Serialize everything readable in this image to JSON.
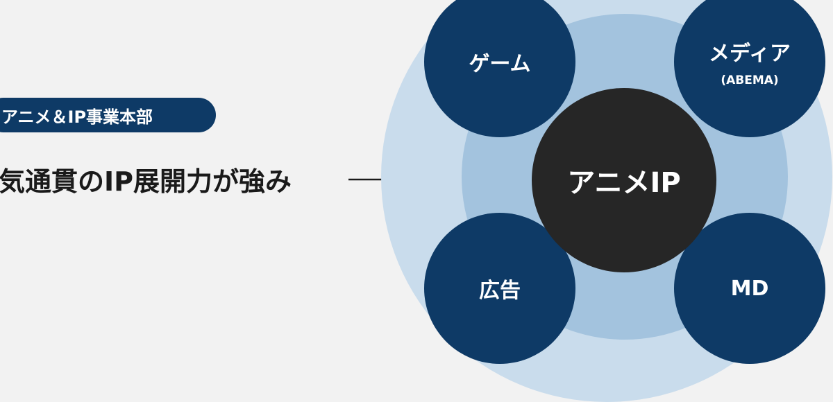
{
  "badge": {
    "label": "アニメ＆IP事業本部"
  },
  "headline": {
    "text": "気通貫のIP展開力が強み"
  },
  "diagram": {
    "center": {
      "label": "アニメIP"
    },
    "nodes": {
      "game": {
        "label": "ゲーム"
      },
      "media": {
        "label": "メディア",
        "sublabel": "(ABEMA)"
      },
      "ad": {
        "label": "広告"
      },
      "md": {
        "label": "MD"
      }
    }
  },
  "colors": {
    "background": "#f2f2f2",
    "navy": "#0e3a66",
    "center": "#262626",
    "outer_ring": "#c9dcec",
    "inner_ring": "#a3c3de"
  }
}
